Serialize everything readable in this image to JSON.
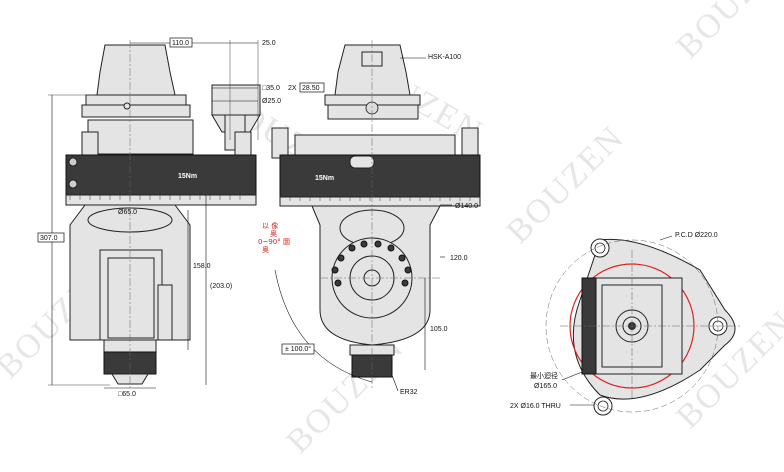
{
  "watermark": "BOUZEN",
  "left_view": {
    "dim_top_width": "110.0",
    "dim_offset": "25.0",
    "dim_square": "□35.0",
    "dim_dia": "Ø25.0",
    "dim_total_height": "307.0",
    "dim_flange_dia": "Ø65.0",
    "dim_mid_height": "158.0",
    "dim_lower_height": "(203.0)",
    "dim_bottom_square": "□65.0",
    "torque_label": "15Nm"
  },
  "middle_view": {
    "taper_label": "HSK-A100",
    "dim_pin": "2X",
    "dim_pin_value": "28.50",
    "dim_body_dia": "Ø140.0",
    "dim_120": "120.0",
    "dim_105": "105.0",
    "angle_range": "± 100.0°",
    "collet_label": "ER32",
    "torque_label": "15Nm",
    "note_line1": "以 像",
    "note_line2": "奥",
    "note_line3": "0~90° 圜",
    "note_line4": "奥"
  },
  "right_view": {
    "pcd_label": "P.C.D Ø220.0",
    "min_radius_label": "最小迴径",
    "min_dia": "Ø165.0",
    "holes_label": "2X Ø16.0 THRU"
  }
}
